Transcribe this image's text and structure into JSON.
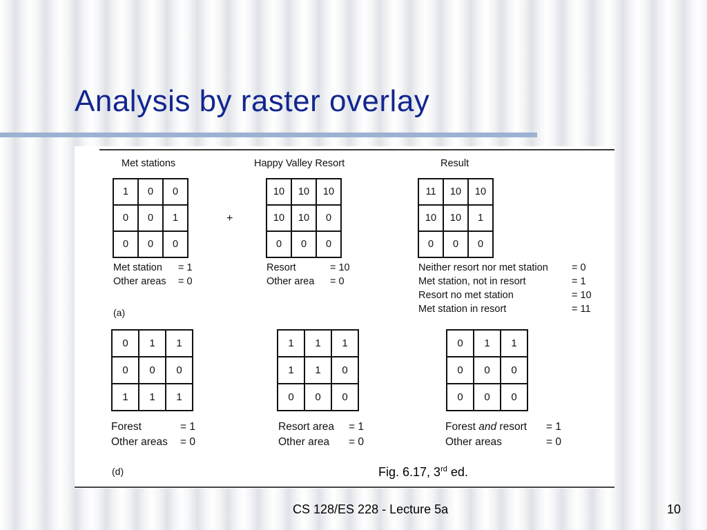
{
  "slide": {
    "title": "Analysis by raster overlay",
    "footer": "CS 128/ES 228 - Lecture 5a",
    "page_number": "10"
  },
  "figure": {
    "caption_prefix": "Fig. 6.17, 3",
    "caption_sup": "rd",
    "caption_suffix": " ed.",
    "panel_a": {
      "label": "(a)",
      "operator": "+",
      "grids": [
        {
          "heading": "Met stations",
          "cells": [
            [
              "1",
              "0",
              "0"
            ],
            [
              "0",
              "0",
              "1"
            ],
            [
              "0",
              "0",
              "0"
            ]
          ],
          "legend": [
            {
              "text": "Met station",
              "value": "= 1"
            },
            {
              "text": "Other areas",
              "value": "= 0"
            }
          ]
        },
        {
          "heading": "Happy Valley Resort",
          "cells": [
            [
              "10",
              "10",
              "10"
            ],
            [
              "10",
              "10",
              "0"
            ],
            [
              "0",
              "0",
              "0"
            ]
          ],
          "legend": [
            {
              "text": "Resort",
              "value": "= 10"
            },
            {
              "text": "Other area",
              "value": "= 0"
            }
          ]
        },
        {
          "heading": "Result",
          "cells": [
            [
              "11",
              "10",
              "10"
            ],
            [
              "10",
              "10",
              "1"
            ],
            [
              "0",
              "0",
              "0"
            ]
          ],
          "legend": [
            {
              "text": "Neither resort nor met station",
              "value": "= 0"
            },
            {
              "text": "Met station, not in resort",
              "value": "= 1"
            },
            {
              "text": "Resort no met station",
              "value": "= 10"
            },
            {
              "text": "Met station in resort",
              "value": "= 11"
            }
          ]
        }
      ]
    },
    "panel_d": {
      "label": "(d)",
      "grids": [
        {
          "cells": [
            [
              "0",
              "1",
              "1"
            ],
            [
              "0",
              "0",
              "0"
            ],
            [
              "1",
              "1",
              "1"
            ]
          ],
          "legend": [
            {
              "text": "Forest",
              "value": "= 1"
            },
            {
              "text": "Other areas",
              "value": "= 0"
            }
          ]
        },
        {
          "cells": [
            [
              "1",
              "1",
              "1"
            ],
            [
              "1",
              "1",
              "0"
            ],
            [
              "0",
              "0",
              "0"
            ]
          ],
          "legend": [
            {
              "text": "Resort area",
              "value": "= 1"
            },
            {
              "text": "Other area",
              "value": "= 0"
            }
          ]
        },
        {
          "cells": [
            [
              "0",
              "1",
              "1"
            ],
            [
              "0",
              "0",
              "0"
            ],
            [
              "0",
              "0",
              "0"
            ]
          ],
          "legend": [
            {
              "text_pre": "Forest ",
              "text_em": "and",
              "text_post": " resort",
              "value": "= 1"
            },
            {
              "text": "Other areas",
              "value": "= 0"
            }
          ]
        }
      ]
    }
  }
}
